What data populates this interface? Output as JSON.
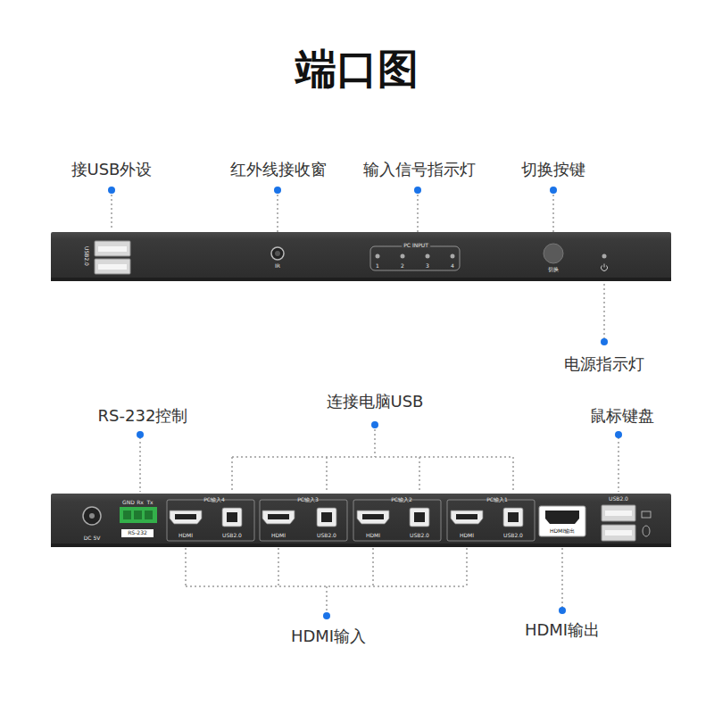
{
  "diagram": {
    "title": "端口图",
    "nodes": [
      {
        "text": [
          "USB2.0",
          "IR",
          "PC INPUT",
          "1",
          "2",
          "3",
          "4",
          "切换"
        ]
      },
      {
        "text": [
          "DC 5V",
          "GND",
          "Rx",
          "Tx",
          "RS-232",
          "PC输入4",
          "HDMI",
          "USB2.0",
          "PC输入3",
          "HDMI",
          "USB2.0",
          "PC输入2",
          "HDMI",
          "USB2.0",
          "PC输入1",
          "HDMI",
          "USB2.0",
          "HDMI输出",
          "USB2.0"
        ]
      }
    ],
    "labels": [
      "接USB外设",
      "红外线接收窗",
      "输入信号指示灯",
      "切换按键",
      "电源指示灯",
      "RS-232控制",
      "连接电脑USB",
      "鼠标键盘",
      "HDMI输入",
      "HDMI输出"
    ]
  }
}
